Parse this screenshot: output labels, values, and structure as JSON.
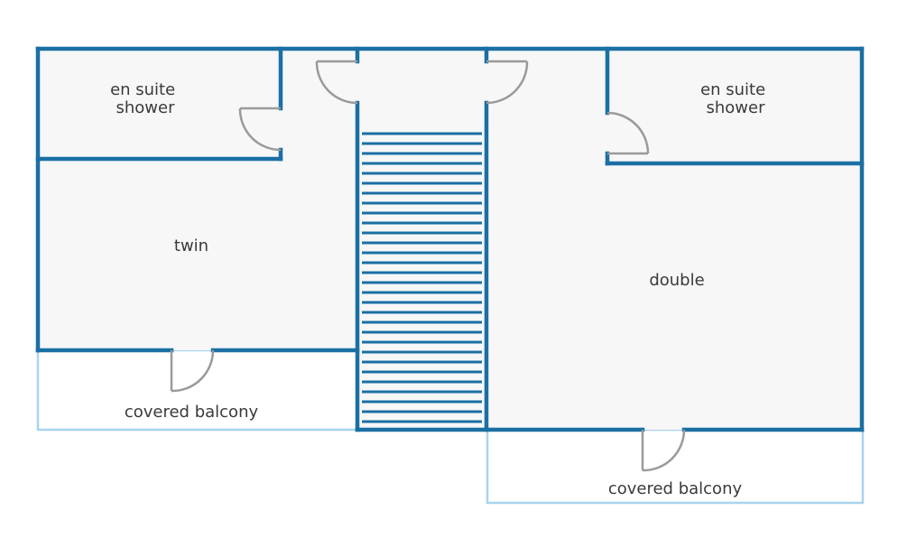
{
  "diagram": {
    "type": "floor-plan",
    "colors": {
      "wall": "#1a6fa3",
      "door": "#9a9a9a",
      "balcony_outline": "#a8d4ee",
      "floor": "#f7f7f8",
      "balcony_floor": "#ffffff",
      "label": "#3a3a3a"
    },
    "rooms": [
      {
        "id": "ensuite-left",
        "label_lines": [
          "en suite",
          "shower"
        ]
      },
      {
        "id": "twin",
        "label_lines": [
          "twin"
        ]
      },
      {
        "id": "ensuite-right",
        "label_lines": [
          "en suite",
          "shower"
        ]
      },
      {
        "id": "double",
        "label_lines": [
          "double"
        ]
      },
      {
        "id": "balcony-left",
        "label_lines": [
          "covered balcony"
        ]
      },
      {
        "id": "balcony-right",
        "label_lines": [
          "covered balcony"
        ]
      },
      {
        "id": "stairwell",
        "label_lines": []
      }
    ],
    "stairs": {
      "tread_count": 30
    },
    "doors": [
      {
        "id": "door-ensuite-left",
        "connects": [
          "ensuite-left",
          "hall-left"
        ]
      },
      {
        "id": "door-ensuite-right",
        "connects": [
          "ensuite-right",
          "hall-right"
        ]
      },
      {
        "id": "door-stair-left",
        "connects": [
          "stairwell",
          "hall-left"
        ]
      },
      {
        "id": "door-stair-right",
        "connects": [
          "stairwell",
          "hall-right"
        ]
      },
      {
        "id": "door-balcony-left",
        "connects": [
          "twin",
          "balcony-left"
        ]
      },
      {
        "id": "door-balcony-right",
        "connects": [
          "double",
          "balcony-right"
        ]
      }
    ]
  }
}
